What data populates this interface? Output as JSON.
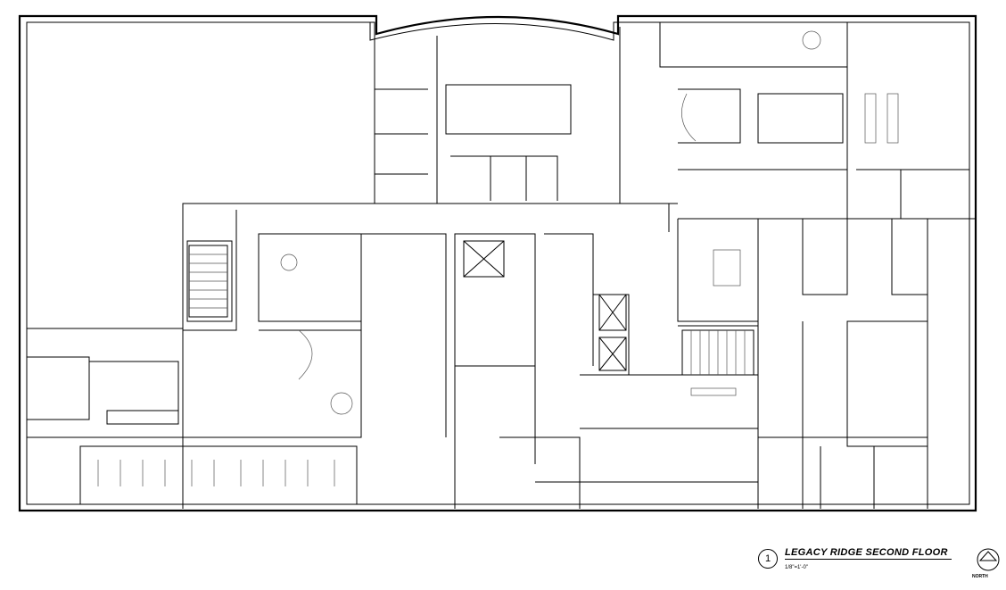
{
  "drawing": {
    "view_number": "1",
    "title": "LEGACY RIDGE SECOND FLOOR",
    "scale": "1/8\"=1'-0\"",
    "north_label": "NORTH"
  }
}
